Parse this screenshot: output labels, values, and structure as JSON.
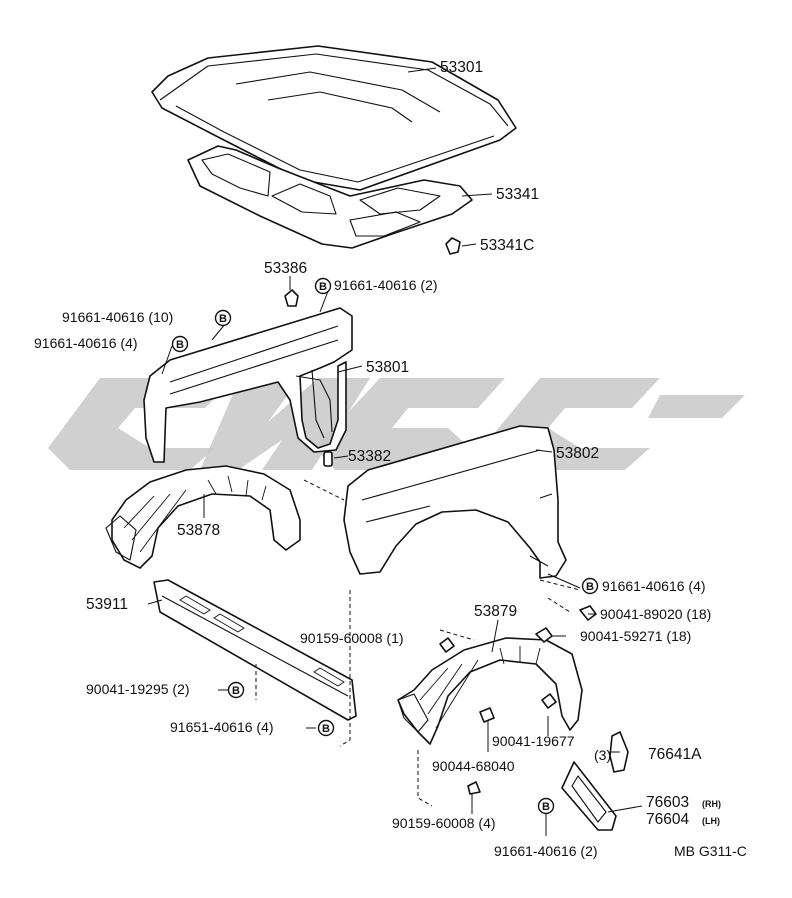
{
  "diagram_code": "MB G311-C",
  "bolt_marker_letter": "B",
  "watermark_color": "#c8c8c8",
  "labels": {
    "p53301": "53301",
    "p53341": "53341",
    "p53341c": "53341C",
    "p53386": "53386",
    "b91661_2_top": "91661-40616 (2)",
    "b91661_10": "91661-40616 (10)",
    "b91661_4_left": "91661-40616 (4)",
    "p53801": "53801",
    "p53382": "53382",
    "p53802": "53802",
    "p53878": "53878",
    "b91661_4_right": "91661-40616 (4)",
    "p53911": "53911",
    "p53879": "53879",
    "n90041_89020": "90041-89020 (18)",
    "n90159_1": "90159-60008 (1)",
    "n90041_59271": "90041-59271 (18)",
    "b90041_19295": "90041-19295 (2)",
    "b91651_4": "91651-40616 (4)",
    "n90041_19677": "90041-19677",
    "qty3": "(3)",
    "p76641a": "76641A",
    "n90044_68040": "90044-68040",
    "p76603": "76603",
    "rh": "(RH)",
    "p76604": "76604",
    "lh": "(LH)",
    "n90159_4": "90159-60008 (4)",
    "b91661_2_bottom": "91661-40616 (2)"
  }
}
